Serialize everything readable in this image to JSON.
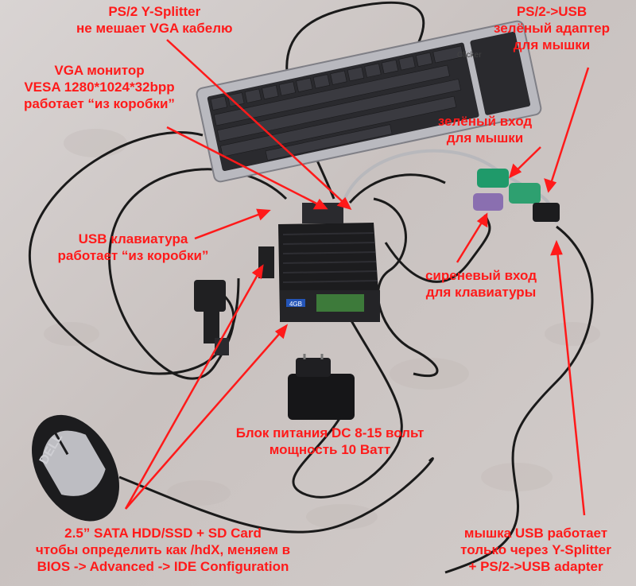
{
  "annotations": {
    "splitter": [
      "PS/2 Y-Splitter",
      "не мешает VGA кабелю"
    ],
    "ps2usb": [
      "PS/2->USB",
      "зелёный адаптер",
      "для мышки"
    ],
    "vga": [
      "VGA монитор",
      "VESA 1280*1024*32bpp",
      "работает “из коробки”"
    ],
    "green_port": [
      "зелёный вход",
      "для мышки"
    ],
    "usb_keyboard": [
      "USB клавиатура",
      "работает “из коробки”"
    ],
    "lilac_port": [
      "сиреневый вход",
      "для клавиатуры"
    ],
    "power": [
      "Блок питания DC 8-15 вольт",
      "мощность 10 Ватт"
    ],
    "storage": [
      "2.5” SATA HDD/SSD + SD Card",
      "чтобы определить как /hdX, меняем в",
      "BIOS -> Advanced -> IDE Configuration"
    ],
    "mouse": [
      "мышка USB работает",
      "только через Y-Splitter",
      "+ PS/2->USB adapter"
    ]
  },
  "objects": {
    "keyboard_brand": "Clicker",
    "mouse_brand": "DELL",
    "box_label": "4GB"
  },
  "colors": {
    "annotation": "#ff1a1a",
    "cloth": "#d4cecd",
    "device": "#1c1c1e",
    "adapter_green": "#1f9a6a",
    "adapter_lilac": "#8a6fb0"
  }
}
